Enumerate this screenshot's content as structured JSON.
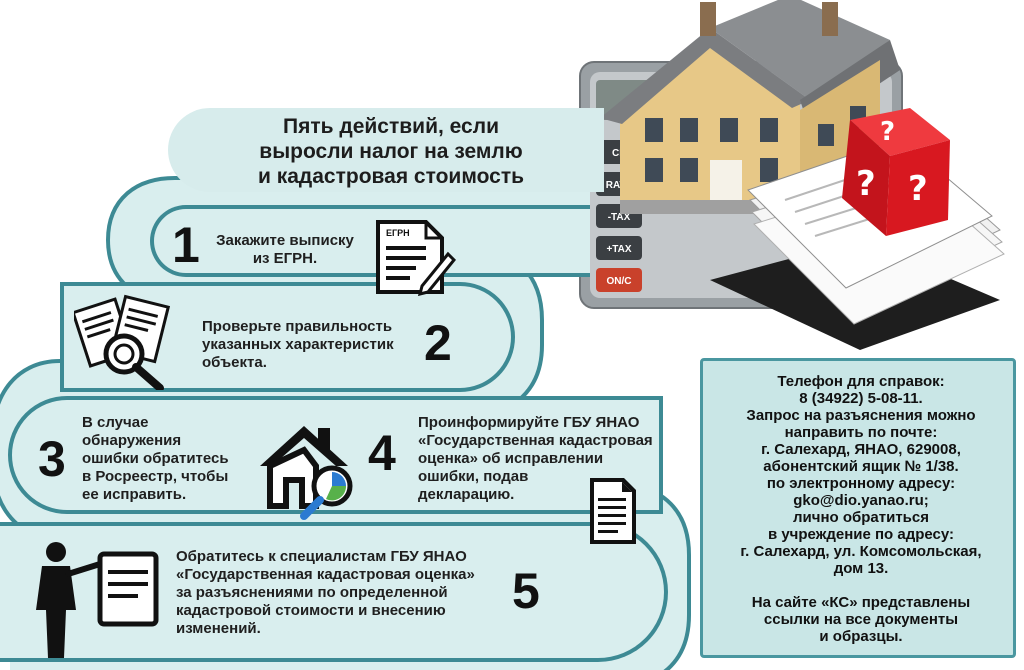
{
  "title": {
    "line1": "Пять действий, если",
    "line2": "выросли налог на землю",
    "line3": "и кадастровая стоимость"
  },
  "steps": [
    {
      "num": "1",
      "lines": [
        "Закажите выписку",
        "из ЕГРН."
      ],
      "icon": "document-edit-icon",
      "icon_label": "ЕГРН"
    },
    {
      "num": "2",
      "lines": [
        "Проверьте правильность",
        "указанных характеристик",
        "объекта."
      ],
      "icon": "documents-magnifier-icon"
    },
    {
      "num": "3",
      "lines": [
        "В случае",
        "обнаружения",
        "ошибки обратитесь",
        "в Росреестр, чтобы",
        "ее исправить."
      ],
      "icon": "house-search-icon"
    },
    {
      "num": "4",
      "lines": [
        "Проинформируйте ГБУ ЯНАО",
        "«Государственная кадастровая",
        "оценка» об исправлении",
        "ошибки, подав",
        "декларацию."
      ],
      "icon": "document-icon"
    },
    {
      "num": "5",
      "lines": [
        "Обратитесь к специалистам ГБУ ЯНАО",
        "«Государственная кадастровая оценка»",
        "за разъяснениями по определенной",
        "кадастровой стоимости и внесению",
        "изменений."
      ],
      "icon": "presenter-board-icon"
    }
  ],
  "info": {
    "lines": [
      "Телефон для справок:",
      "8 (34922) 5-08-11.",
      "Запрос на разъяснения можно",
      "направить по почте:",
      "г. Салехард, ЯНАО, 629008,",
      "абонентский ящик № 1/38.",
      "по электронному адресу:",
      "gko@dio.yanao.ru;",
      "лично обратиться",
      "в учреждение по адресу:",
      "г. Салехард, ул. Комсомольская,",
      "дом 13.",
      "",
      "На сайте «КС» представлены",
      "ссылки на все документы",
      "и образцы."
    ]
  },
  "hero": {
    "calc_keys": [
      "CE",
      "RATE",
      "-TAX",
      "+TAX",
      "ON/C"
    ],
    "dice_mark": "?"
  },
  "colors": {
    "track": "#d9eeee",
    "track_border": "#3d8a94",
    "info_bg": "#c9e6e6",
    "title_bg": "#d7ecec",
    "dice": "#d81820"
  }
}
